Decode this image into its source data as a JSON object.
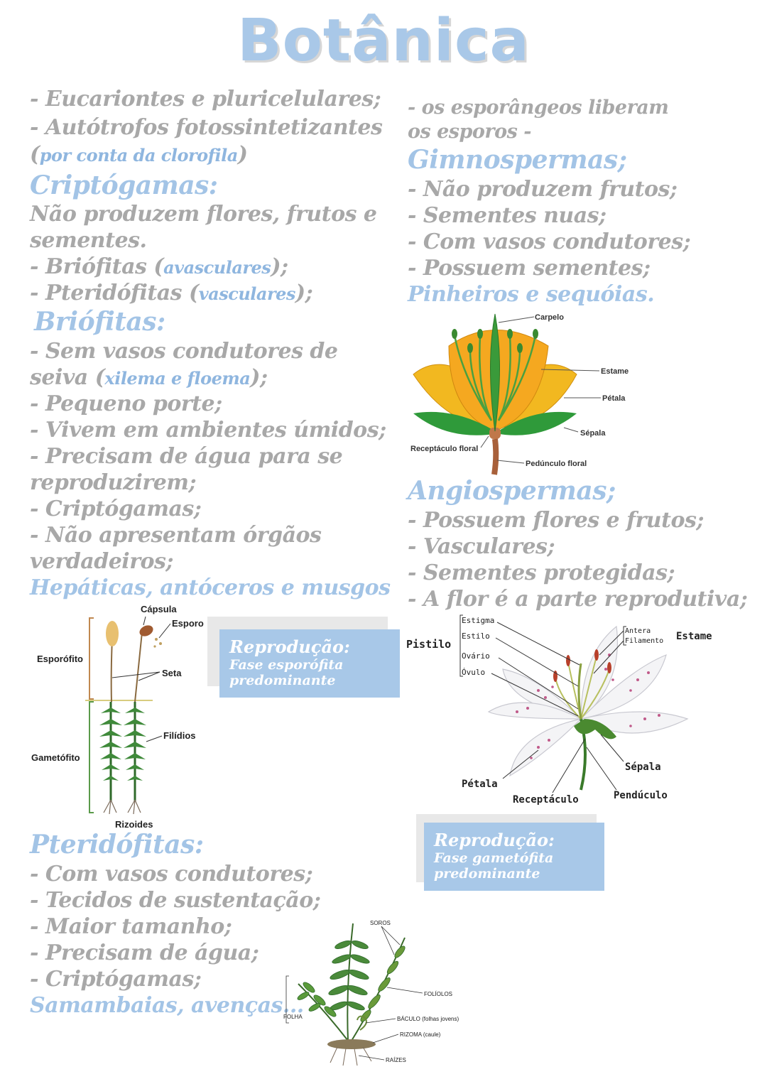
{
  "title": "Botânica",
  "left": {
    "intro": [
      "- Eucariontes e pluricelulares;",
      "- Autótrofos fotossintetizantes"
    ],
    "intro_paren_open": "(",
    "intro_paren_text": "por conta da clorofila",
    "intro_paren_close": ")",
    "cripto_heading": "Criptógamas:",
    "cripto_lines": [
      "Não produzem flores, frutos e",
      "sementes."
    ],
    "brio_item": {
      "prefix": "- Briófitas (",
      "blue": "avasculares",
      "suffix": ");"
    },
    "pteri_item": {
      "prefix": "- Pteridófitas (",
      "blue": "vasculares",
      "suffix": ");"
    },
    "brio_heading": "Briófitas:",
    "brio_line1": "- Sem vasos condutores de",
    "brio_line2": {
      "prefix": "seiva (",
      "blue": "xilema e floema",
      "suffix": ");"
    },
    "brio_lines": [
      "- Pequeno porte;",
      "- Vivem em ambientes úmidos;",
      "- Precisam de água para se",
      "reproduzirem;",
      "- Criptógamas;",
      "- Não apresentam órgãos",
      "verdadeiros;"
    ],
    "brio_examples": "Hepáticas, antóceros e musgos",
    "pteri_heading": "Pteridófitas:",
    "pteri_lines": [
      "- Com vasos condutores;",
      "- Tecidos de sustentação;",
      "- Maior tamanho;",
      "- Precisam de água;",
      "- Criptógamas;"
    ],
    "pteri_examples": "Samambaias, avenças..."
  },
  "right": {
    "spore_lines": [
      "- os esporângeos liberam",
      "os esporos -"
    ],
    "gimno_heading": "Gimnospermas;",
    "gimno_lines": [
      "- Não produzem frutos;",
      "- Sementes nuas;",
      "- Com vasos condutores;",
      "- Possuem sementes;"
    ],
    "gimno_examples": "Pinheiros e sequóias.",
    "angio_heading": "Angiospermas;",
    "angio_lines": [
      "- Possuem flores e frutos;",
      "- Vasculares;",
      "- Sementes protegidas;",
      "- A flor é a parte reprodutiva;"
    ]
  },
  "notes": {
    "moss": {
      "title": "Reprodução:",
      "line1": "Fase esporófita",
      "line2": "predominante"
    },
    "lily": {
      "title": "Reprodução:",
      "line1": "Fase gametófita",
      "line2": "predominante"
    }
  },
  "diagrams": {
    "moss": {
      "capsula": "Cápsula",
      "esporo": "Esporo",
      "esporofito": "Esporófito",
      "seta": "Seta",
      "gametofito": "Gametófito",
      "filidios": "Filídios",
      "rizoides": "Rizoides"
    },
    "flower": {
      "carpelo": "Carpelo",
      "estame": "Estame",
      "petala": "Pétala",
      "sepala": "Sépala",
      "receptaculo": "Receptáculo floral",
      "peduncuclo": "Pedúnculo floral"
    },
    "lily": {
      "pistilo": "Pistilo",
      "estigma": "Estigma",
      "estilo": "Estilo",
      "ovario": "Ovário",
      "ovulo": "Óvulo",
      "antera": "Antera",
      "filamento": "Filamento",
      "estame": "Estame",
      "sepala": "Sépala",
      "petala": "Pétala",
      "receptaculo": "Receptáculo",
      "penduculo": "Pendúculo"
    },
    "fern": {
      "soros": "SOROS",
      "foliolos": "FOLÍOLOS",
      "folha": "FOLHA",
      "baculo": "BÁCULO (folhas jovens)",
      "rizoma": "RIZOMA (caule)",
      "raizes": "RAÍZES"
    }
  },
  "colors": {
    "gray_text": "#a8a8a8",
    "blue_heading": "#a3c4e6",
    "note_bg": "#a8c8e8"
  }
}
